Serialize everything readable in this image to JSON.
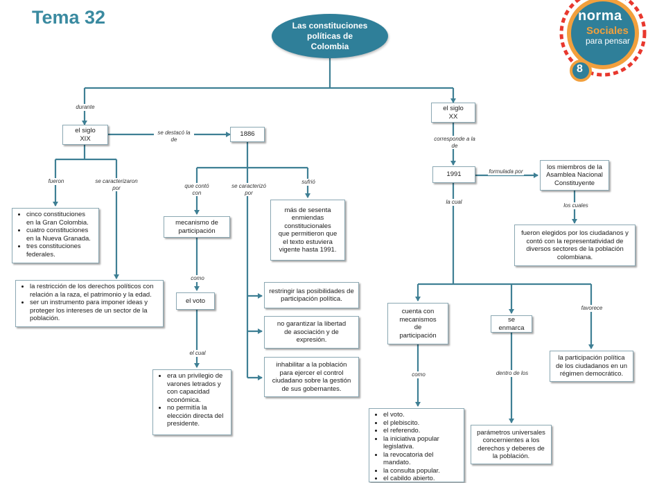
{
  "page": {
    "title": "Tema 32"
  },
  "logo": {
    "brand": "norma",
    "subject": "Sociales",
    "tagline": "para pensar",
    "grade": "8"
  },
  "map": {
    "root": "Las constituciones políticas de Colombia",
    "nodes": {
      "s19": "el siglo XIX",
      "s20": "el siglo XX",
      "y1886": "1886",
      "y1991": "1991",
      "fueron_list": [
        "cinco constituciones en la Gran Colombia.",
        "cuatro constituciones en la Nueva Granada.",
        "tres constituciones federales."
      ],
      "caract_list": [
        "la restricción de los derechos políticos con relación a la raza, el patrimonio y la edad.",
        "ser un instrumento para imponer ideas y proteger los intereses de un sector de la población."
      ],
      "mecanismo": "mecanismo de participación",
      "voto": "el voto",
      "voto_list": [
        "era un privilegio de varones letrados y con capacidad económica.",
        "no permitía la elección directa del presidente."
      ],
      "enmiendas": "más de sesenta enmiendas constitucionales que permitieron que el texto estuviera vigente hasta 1991.",
      "restringir": "restringir las posibilidades de participación política.",
      "garantizar": "no garantizar la libertad de asociación y de expresión.",
      "inhabilitar": "inhabilitar a la población para ejercer el control ciudadano sobre la gestión de sus gobernantes.",
      "miembros": "los miembros de la Asamblea Nacional Constituyente",
      "elegidos": "fueron elegidos por los ciudadanos y contó con la representatividad de diversos sectores de la población colombiana.",
      "cuenta": "cuenta con mecanismos de participación",
      "enmarca": "se enmarca",
      "participacion": "la participación política de los ciudadanos en un régimen democrático.",
      "mecanismos_list": [
        "el voto.",
        "el plebiscito.",
        "el referendo.",
        "la iniciativa popular legislativa.",
        "la revocatoria del mandato.",
        "la consulta popular.",
        "el cabildo abierto."
      ],
      "parametros": "parámetros universales concernientes a los derechos y deberes de la población."
    },
    "labels": {
      "durante": "durante",
      "se_destaco": "se destacó la de",
      "corresponde": "corresponde a la de",
      "fueron": "fueron",
      "se_caracterizaron": "se caracterizaron por",
      "que_conto": "que contó con",
      "se_caracterizo": "se caracterizó por",
      "sufrio": "sufrió",
      "formulada": "formulada por",
      "los_cuales": "los cuales",
      "la_cual": "la cual",
      "como": "como",
      "el_cual": "el cual",
      "como2": "como",
      "dentro": "dentro de los",
      "favorece": "favorece"
    },
    "colors": {
      "line": "#3e7f94",
      "ellipse": "#2f7f99",
      "title": "#3a8aa0"
    }
  }
}
